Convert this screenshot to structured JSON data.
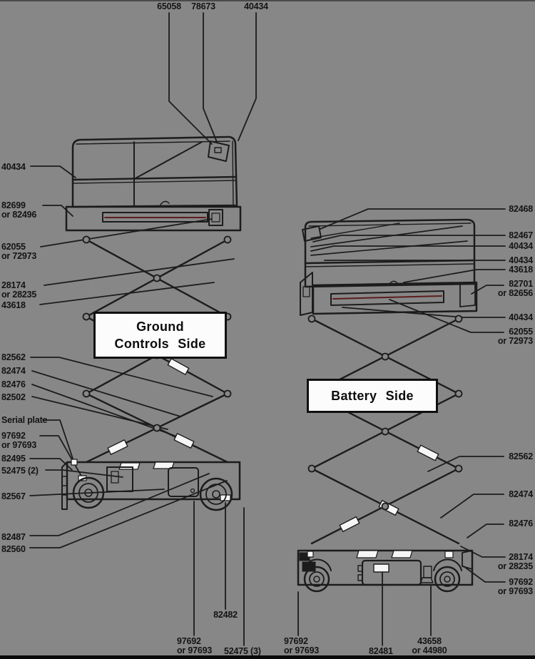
{
  "document": {
    "type": "parts-decal-diagram",
    "colors": {
      "background": "#878787",
      "line": "#1c1c1c",
      "decal": "#f6f6f6",
      "slot_accent": "#5d1d1d"
    }
  },
  "titles": {
    "ground": "Ground\nControls Side",
    "battery": "Battery Side"
  },
  "callouts": {
    "top": [
      "65058",
      "78673",
      "40434"
    ],
    "left": [
      "40434",
      "82699\nor 82496",
      "62055\nor 72973",
      "28174\nor 28235",
      "43618",
      "82562",
      "82474",
      "82476",
      "82502",
      "Serial plate",
      "97692\nor 97693",
      "82495",
      "52475 (2)",
      "82567",
      "82487",
      "82560"
    ],
    "right": [
      "82468",
      "82467",
      "40434",
      "40434",
      "43618",
      "82701\nor 82656",
      "40434",
      "62055\nor 72973",
      "82562",
      "82474",
      "82476",
      "28174\nor 28235",
      "97692\nor 97693"
    ],
    "bottom": [
      "82482",
      "97692\nor 97693",
      "52475 (3)",
      "97692\nor 97693",
      "82481",
      "43658\nor 44980"
    ]
  }
}
